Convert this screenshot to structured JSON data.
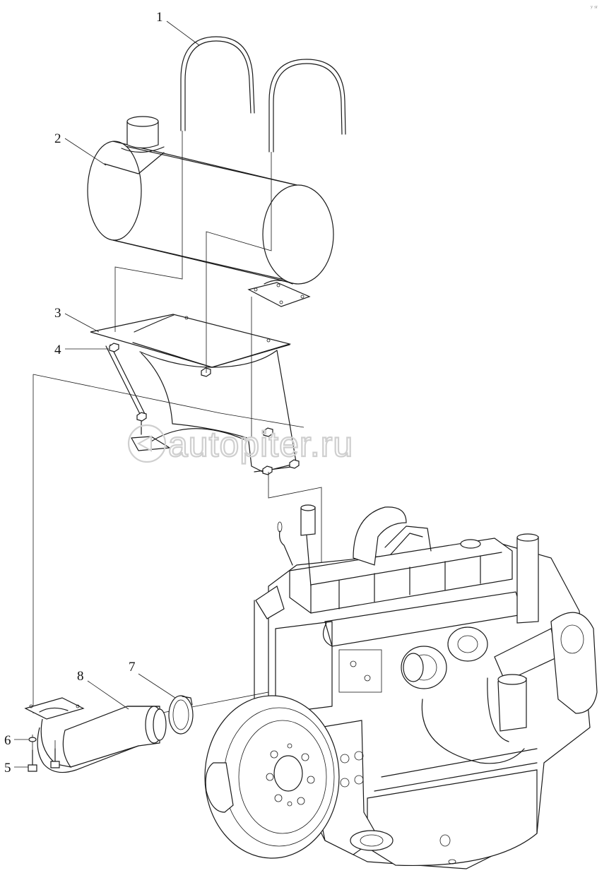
{
  "callouts": [
    {
      "label": "1"
    },
    {
      "label": "2"
    },
    {
      "label": "3"
    },
    {
      "label": "4"
    },
    {
      "label": "5"
    },
    {
      "label": "6"
    },
    {
      "label": "7"
    },
    {
      "label": "8"
    }
  ],
  "watermark": {
    "text": "autopiter.ru"
  },
  "corner_mark": {
    "text": "ʸ ˢʳ"
  }
}
